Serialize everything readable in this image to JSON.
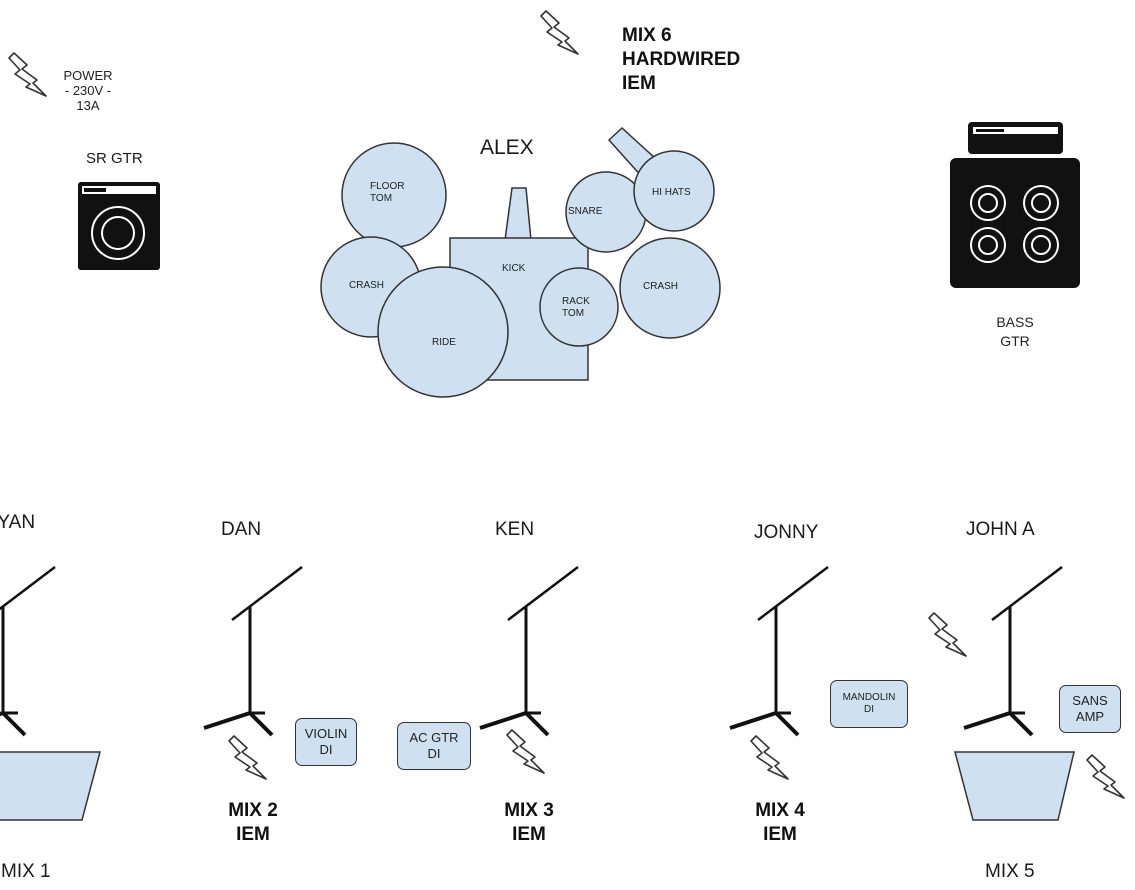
{
  "power": {
    "line1": "POWER",
    "line2": "- 230V -",
    "line3": "13A"
  },
  "amps": {
    "sr_gtr": "SR GTR",
    "bass_gtr_line1": "BASS",
    "bass_gtr_line2": "GTR"
  },
  "drums": {
    "drummer": "ALEX",
    "mix_line1": "MIX 6",
    "mix_line2": "HARDWIRED",
    "mix_line3": "IEM",
    "floor_tom_line1": "FLOOR",
    "floor_tom_line2": "TOM",
    "crash_left": "CRASH",
    "ride": "RIDE",
    "kick": "KICK",
    "snare": "SNARE",
    "hi_hats": "HI HATS",
    "rack_tom_line1": "RACK",
    "rack_tom_line2": "TOM",
    "crash_right": "CRASH"
  },
  "performers": {
    "ryan": "RYAN",
    "dan": "DAN",
    "ken": "KEN",
    "jonny": "JONNY",
    "john_a": "JOHN A"
  },
  "di": {
    "violin_line1": "VIOLIN",
    "violin_line2": "DI",
    "ac_gtr_line1": "AC GTR",
    "ac_gtr_line2": "DI",
    "mandolin_line1": "MANDOLIN",
    "mandolin_line2": "DI",
    "sans_amp_line1": "SANS",
    "sans_amp_line2": "AMP"
  },
  "mixes": {
    "mix1": "MIX 1",
    "mix2_line1": "MIX 2",
    "mix2_line2": "IEM",
    "mix3_line1": "MIX 3",
    "mix3_line2": "IEM",
    "mix4_line1": "MIX 4",
    "mix4_line2": "IEM",
    "mix5": "MIX 5"
  },
  "colors": {
    "drum_fill": "#cfe0f1",
    "outline": "#333333",
    "amp_body": "#111111"
  }
}
